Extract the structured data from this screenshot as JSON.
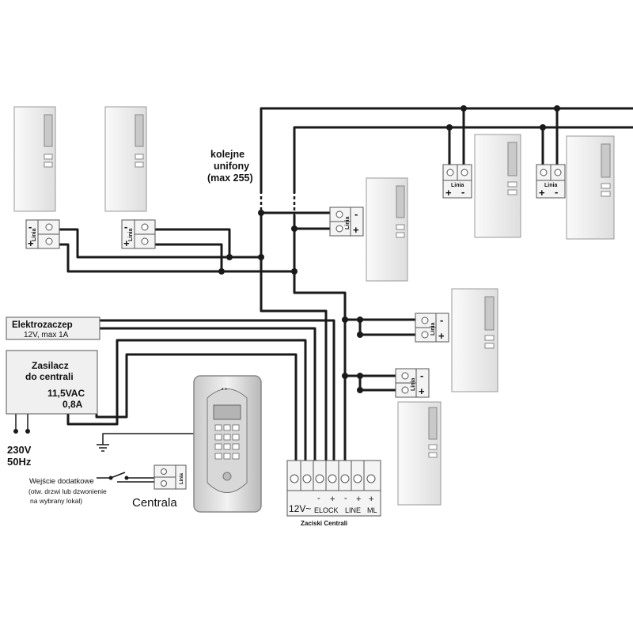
{
  "labels": {
    "more_handsets": [
      "kolejne",
      "unifony",
      "(max 255)"
    ],
    "door_lock_title": "Elektrozaczep",
    "door_lock_spec": "12V, max 1A",
    "psu_title_1": "Zasilacz",
    "psu_title_2": "do centrali",
    "psu_out_1": "11,5VAC",
    "psu_out_2": "0,8A",
    "mains_1": "230V",
    "mains_2": "50Hz",
    "aux_input_1": "Wejście dodatkowe",
    "aux_input_2": "(otw. drzwi lub dzwonienie",
    "aux_input_3": "na wybrany lokal)",
    "central_unit": "Centrala",
    "terminals_title": "Zaciski Centrali",
    "term_12v": "12V~",
    "term_elock": "ELOCK",
    "term_line": "LINE",
    "term_ml": "ML",
    "minus": "-",
    "plus": "+",
    "linia": "Linia",
    "panel_dots": "• •"
  },
  "colors": {
    "wire": "#1a1a1a",
    "device_fill": "#f4f4f4",
    "device_stroke": "#9a9a9a",
    "box_fill": "#f0f0f0"
  },
  "icons": {
    "ground": "ground-icon",
    "switch": "switch-icon"
  }
}
